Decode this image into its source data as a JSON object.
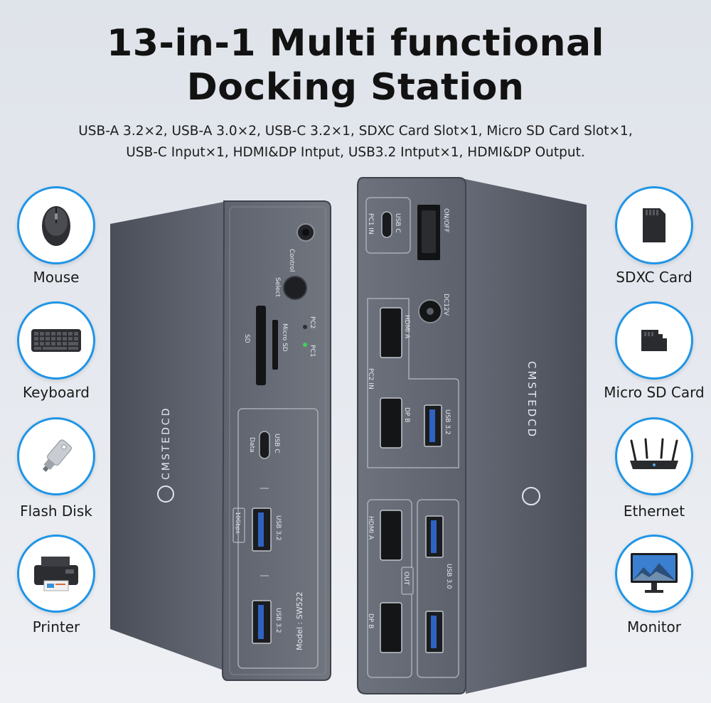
{
  "header": {
    "title_line1": "13-in-1 Multi functional",
    "title_line2": "Docking Station",
    "spec_line1": "USB-A 3.2×2, USB-A 3.0×2, USB-C 3.2×1, SDXC Card Slot×1, Micro SD Card Slot×1,",
    "spec_line2": "USB-C Input×1, HDMI&DP Intput, USB3.2 Intput×1, HDMI&DP Output."
  },
  "devices_left": [
    {
      "label": "Mouse",
      "icon": "mouse-icon"
    },
    {
      "label": "Keyboard",
      "icon": "keyboard-icon"
    },
    {
      "label": "Flash Disk",
      "icon": "flash-disk-icon"
    },
    {
      "label": "Printer",
      "icon": "printer-icon"
    }
  ],
  "devices_right": [
    {
      "label": "SDXC Card",
      "icon": "sdxc-card-icon"
    },
    {
      "label": "Micro SD Card",
      "icon": "micro-sd-card-icon"
    },
    {
      "label": "Ethernet",
      "icon": "router-icon"
    },
    {
      "label": "Monitor",
      "icon": "monitor-icon"
    }
  ],
  "dock_front": {
    "brand": "CMSTEDCD",
    "model": "Model : SW522",
    "control": "Control",
    "select": "Select",
    "sd": "SD",
    "micro_sd": "Micro SD",
    "pc1": "PC1",
    "pc2": "PC2",
    "data": "Data",
    "usb_c": "USB C",
    "usb32_a": "USB 3.2",
    "usb32_b": "USB 3.2",
    "speed": "10Gbps"
  },
  "dock_back": {
    "brand": "CMSTEDCD",
    "usb_c": "USB C",
    "pc1_in": "PC1 IN",
    "on_off": "ON/OFF",
    "dc12v": "DC12V",
    "hdmi_a_top": "HDMI A",
    "pc2_in": "PC2 IN",
    "dp_b_top": "DP B",
    "usb32": "USB 3.2",
    "hdmi_a_bottom": "HDMI A",
    "out": "OUT",
    "dp_b_bottom": "DP B",
    "usb30": "USB 3.0"
  },
  "colors": {
    "accent_ring": "#1f95e6",
    "dock_body": "#5b606c",
    "dock_face": "#6a6f7b"
  }
}
